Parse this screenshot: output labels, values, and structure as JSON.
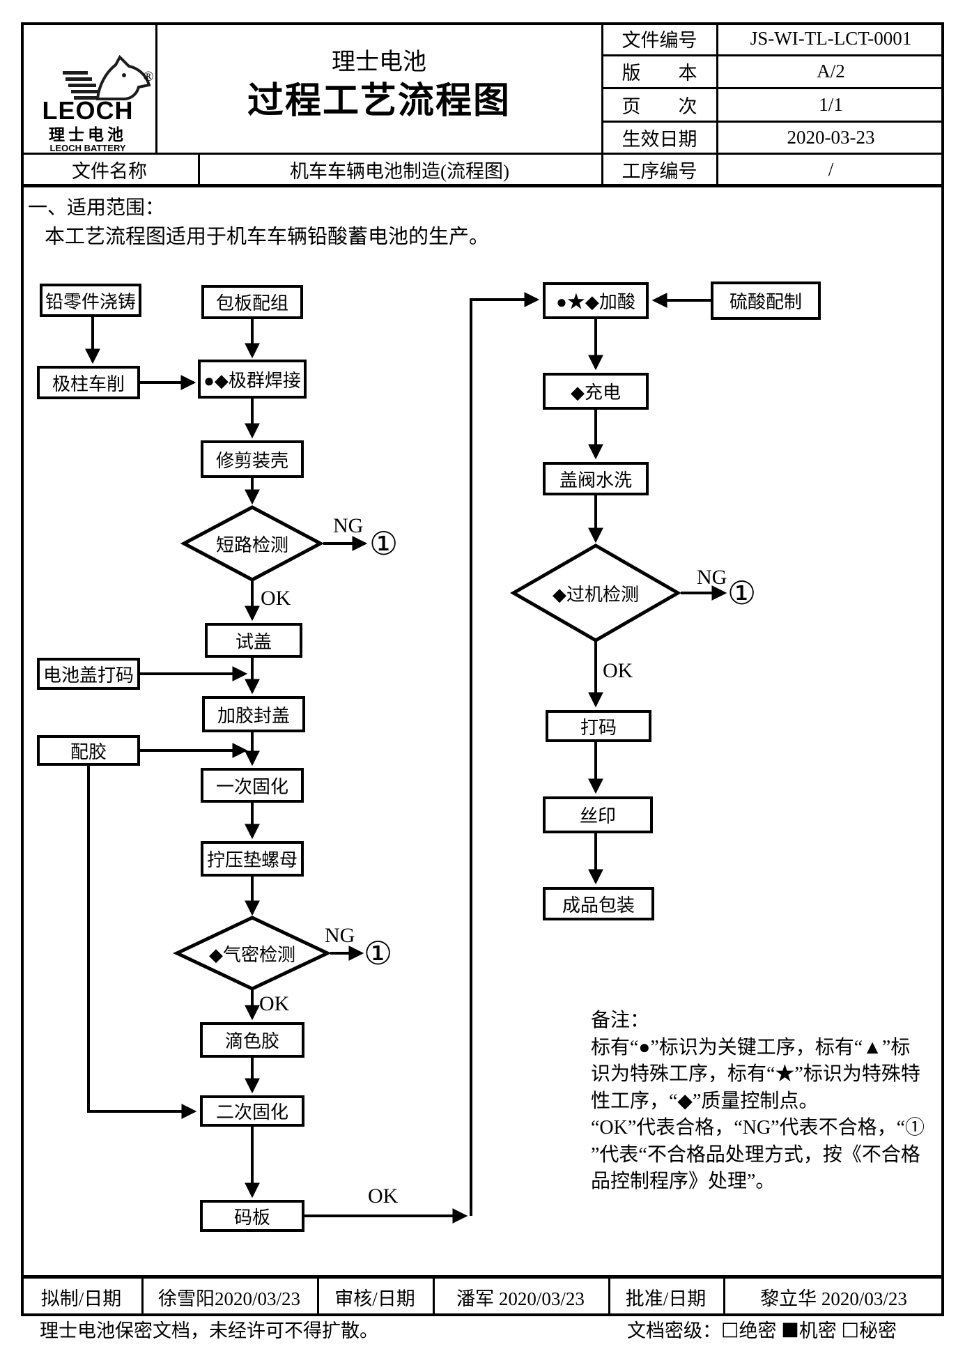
{
  "logo": {
    "brand": "LEOCH",
    "reg": "®",
    "cn": "理士电池",
    "en": "LEOCH BATTERY"
  },
  "header": {
    "company": "理士电池",
    "title": "过程工艺流程图",
    "fields": [
      {
        "label": "文件编号",
        "value": "JS-WI-TL-LCT-0001"
      },
      {
        "label": "版　　本",
        "value": "A/2"
      },
      {
        "label": "页　　次",
        "value": "1/1"
      },
      {
        "label": "生效日期",
        "value": "2020-03-23"
      }
    ],
    "doc_name_label": "文件名称",
    "doc_name_value": "机车车辆电池制造(流程图)",
    "process_no_label": "工序编号",
    "process_no_value": "/"
  },
  "scope": {
    "heading": "一、适用范围：",
    "body": "本工艺流程图适用于机车车辆铅酸蓄电池的生产。"
  },
  "flow": {
    "nodes": {
      "lead_parts_casting": "铅零件浇铸",
      "pole_turning": "极柱车削",
      "plate_wrapping": "包板配组",
      "group_welding": "●◆极群焊接",
      "trim_case": "修剪装壳",
      "short_circuit_test": "短路检测",
      "trial_cover": "试盖",
      "cover_coding": "电池盖打码",
      "glue_seal_cover": "加胶封盖",
      "glue_prep": "配胶",
      "first_curing": "一次固化",
      "nut_pressing": "拧压垫螺母",
      "air_tight_test": "◆气密检测",
      "color_glue": "滴色胶",
      "second_curing": "二次固化",
      "palletizing": "码板",
      "acid_filling": "●★◆加酸",
      "acid_prep": "硫酸配制",
      "charging": "◆充电",
      "valve_washing": "盖阀水洗",
      "machine_test": "◆过机检测",
      "coding": "打码",
      "silk_print": "丝印",
      "packing": "成品包装"
    },
    "labels": {
      "ok": "OK",
      "ng": "NG",
      "reject": "①"
    }
  },
  "notes": {
    "heading": "备注：",
    "lines": [
      "标有“●”标识为关键工序，标有“▲”标",
      "识为特殊工序，标有“★”标识为特殊特",
      "性工序，“◆”质量控制点。",
      "“OK”代表合格，“NG”代表不合格，“①",
      "”代表“不合格品处理方式，按《不合格",
      "品控制程序》处理”。"
    ]
  },
  "approval": {
    "prepared_label": "拟制/日期",
    "prepared_value": "徐雪阳2020/03/23",
    "reviewed_label": "审核/日期",
    "reviewed_value": "潘军 2020/03/23",
    "approved_label": "批准/日期",
    "approved_value": "黎立华 2020/03/23"
  },
  "confidential": {
    "notice": "理士电池保密文档，未经许可不得扩散。",
    "level_label": "文档密级：",
    "items": [
      {
        "mark": "□",
        "text": "绝密"
      },
      {
        "mark": "■",
        "text": "机密"
      },
      {
        "mark": "□",
        "text": "秘密"
      }
    ]
  }
}
